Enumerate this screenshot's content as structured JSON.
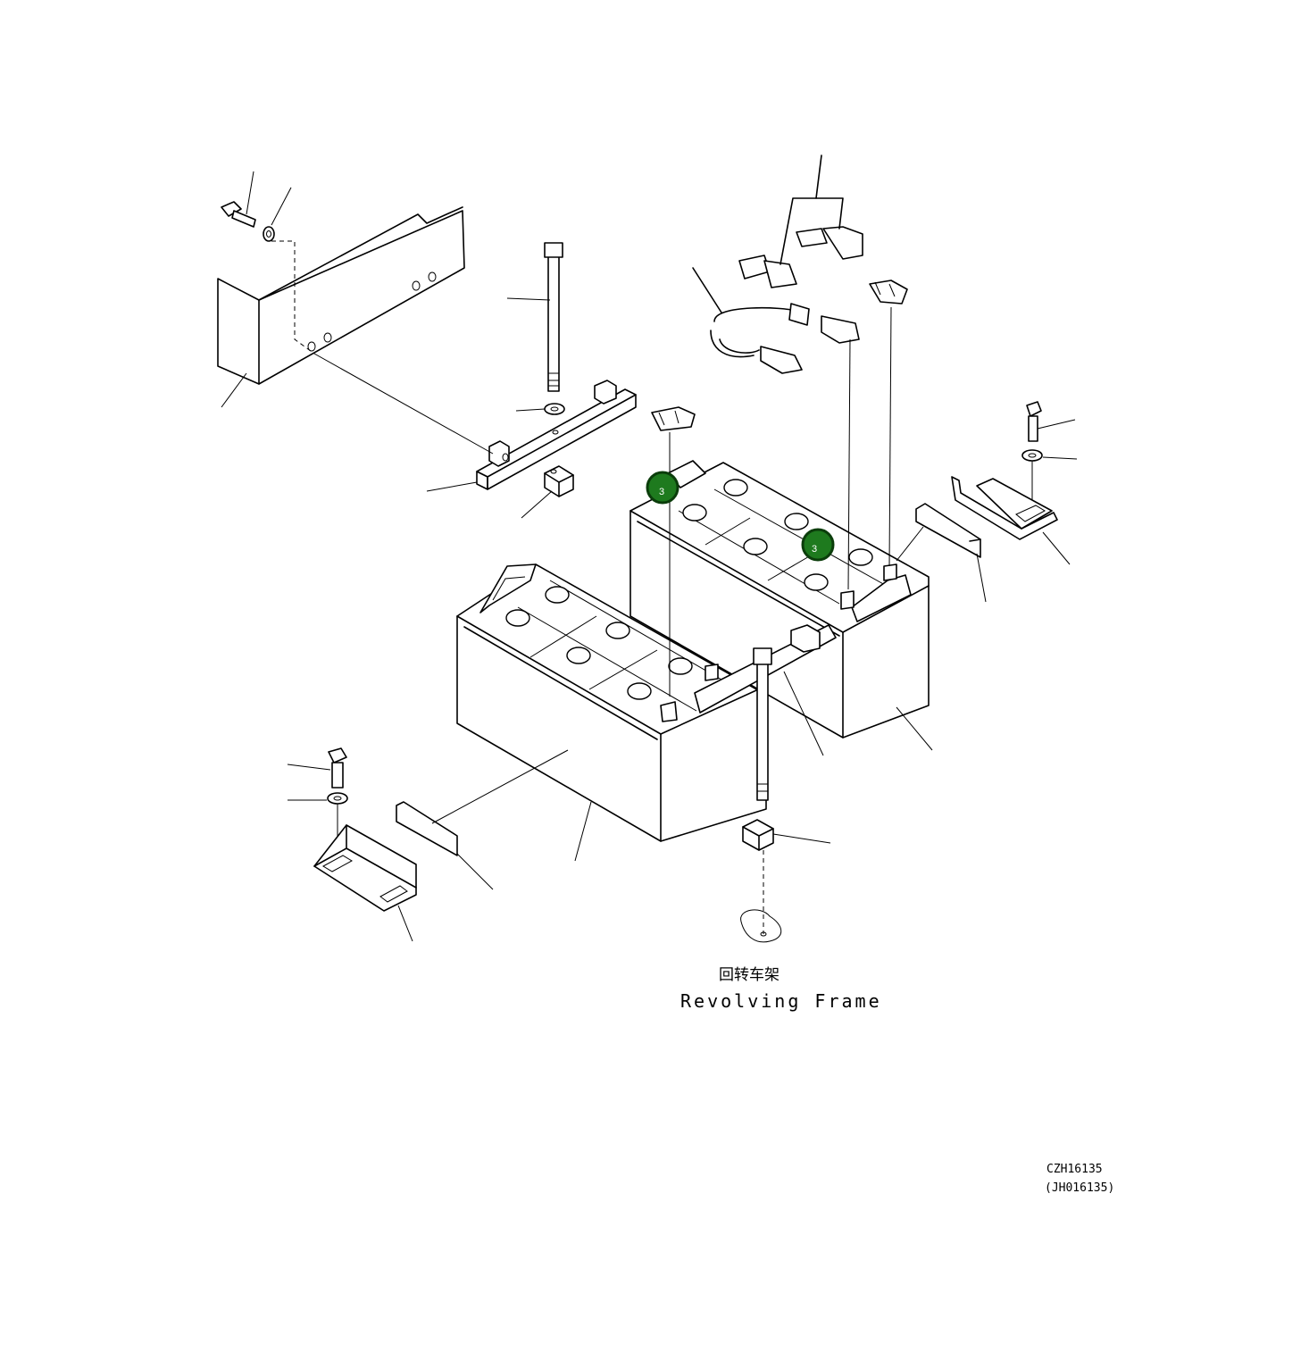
{
  "frame_label": {
    "chinese": "回转车架",
    "english": "Revolving Frame"
  },
  "drawing_codes": {
    "primary": "CZH16135",
    "secondary": "(JH016135)"
  },
  "callouts": [
    {
      "number": "3"
    },
    {
      "number": "3"
    }
  ],
  "colors": {
    "callout_fill": "#1e7a1e",
    "callout_stroke": "#0b3d0b",
    "line": "#000000",
    "background": "#ffffff"
  }
}
